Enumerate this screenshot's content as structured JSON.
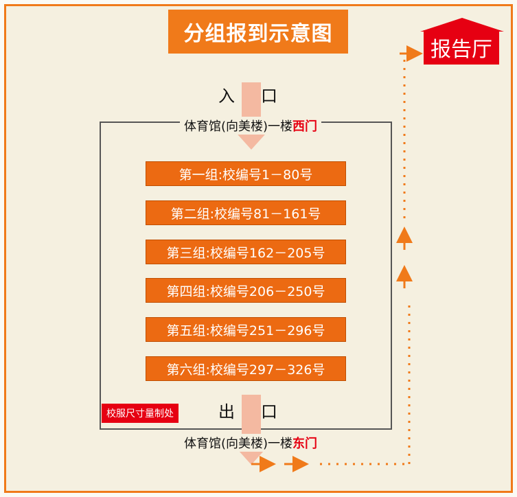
{
  "title": "分组报到示意图",
  "hall": "报告厅",
  "entrance": {
    "label_left": "入",
    "label_right": "口",
    "gate_prefix": "体育馆(向美楼)一楼",
    "gate_highlight": "西门"
  },
  "exit": {
    "label_left": "出",
    "label_right": "口",
    "gate_prefix": "体育馆(向美楼)一楼",
    "gate_highlight": "东门"
  },
  "groups": [
    "第一组:校编号1－80号",
    "第二组:校编号81－161号",
    "第三组:校编号162－205号",
    "第四组:校编号206－250号",
    "第五组:校编号251－296号",
    "第六组:校编号297－326号"
  ],
  "uniform_station": "校服尺寸量制处",
  "colors": {
    "frame": "#f07a1a",
    "group_fill": "#ec6a12",
    "highlight_red": "#e60012",
    "flow_arrow": "#f4b9a1",
    "path": "#f07a1a"
  }
}
